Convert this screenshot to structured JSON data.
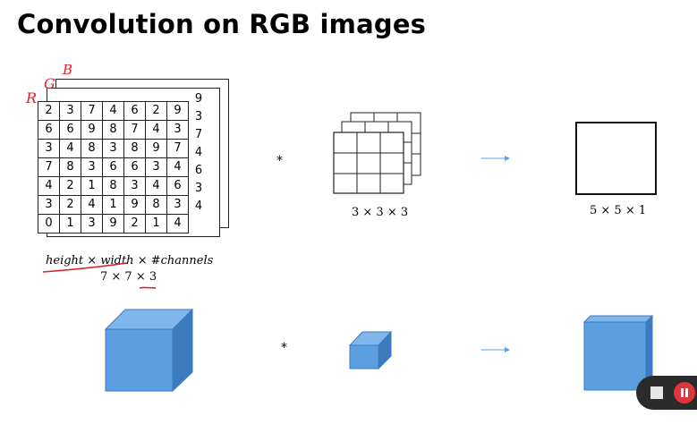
{
  "title": "Convolution on RGB images",
  "input": {
    "rows": [
      [
        "2",
        "3",
        "7",
        "4",
        "6",
        "2",
        "9"
      ],
      [
        "6",
        "6",
        "9",
        "8",
        "7",
        "4",
        "3"
      ],
      [
        "3",
        "4",
        "8",
        "3",
        "8",
        "9",
        "7"
      ],
      [
        "7",
        "8",
        "3",
        "6",
        "6",
        "3",
        "4"
      ],
      [
        "4",
        "2",
        "1",
        "8",
        "3",
        "4",
        "6"
      ],
      [
        "3",
        "2",
        "4",
        "1",
        "9",
        "8",
        "3"
      ],
      [
        "0",
        "1",
        "3",
        "9",
        "2",
        "1",
        "4"
      ]
    ],
    "back_column": [
      "9",
      "3",
      "7",
      "4",
      "6",
      "3",
      "4"
    ],
    "annotation_labels": [
      "R",
      "G",
      "B"
    ],
    "caption_line1_a": "height",
    "caption_line1_x": "×",
    "caption_line1_b": "width",
    "caption_line1_c": "× #channels",
    "caption_line2": "7 × 7 × 3"
  },
  "operator": "*",
  "filter": {
    "caption": "3 × 3 × 3"
  },
  "output": {
    "caption": "5 × 5 × 1"
  },
  "colors": {
    "cube_front": "#5a9fe0",
    "cube_top": "#7fb6ec",
    "cube_side": "#3c7bbd",
    "arrow": "#5a9fe0",
    "annotation": "#d9232a"
  }
}
